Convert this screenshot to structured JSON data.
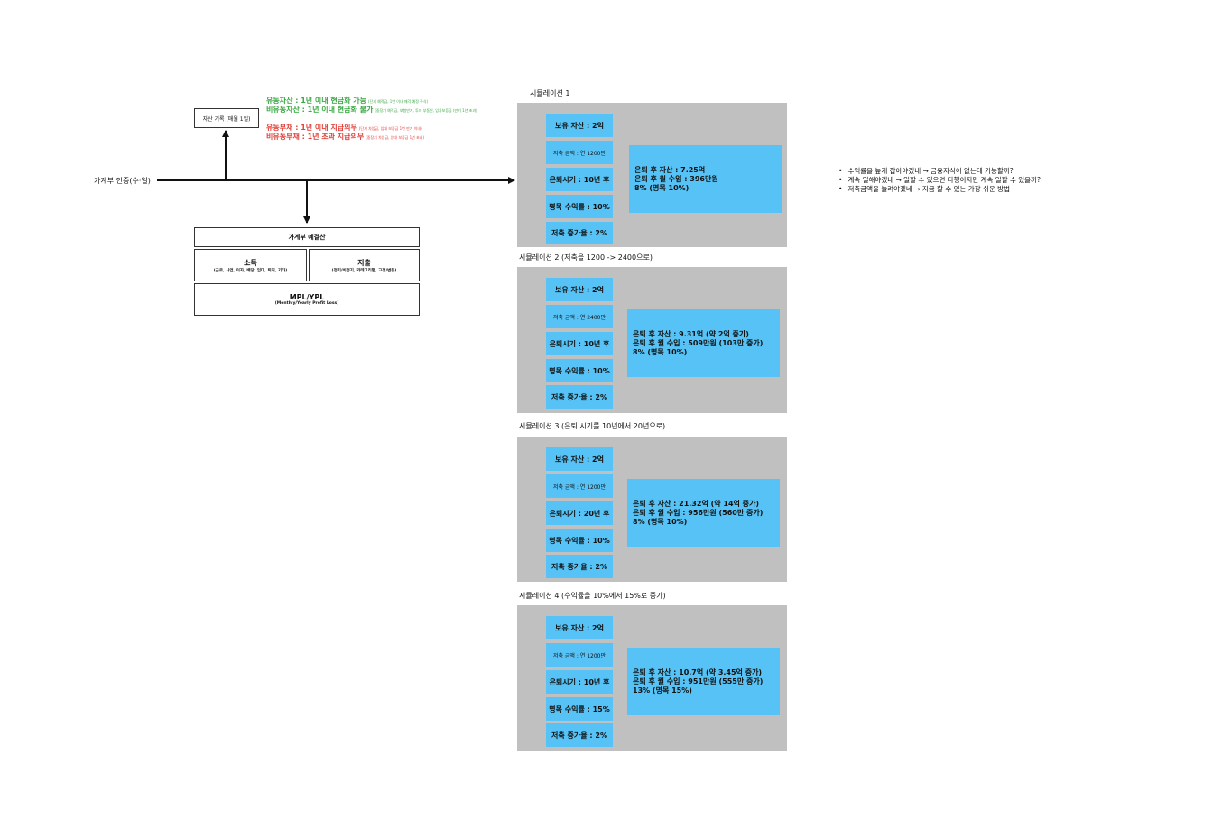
{
  "left": {
    "entry_label": "가계부 인증(수·일)",
    "asset_record": "자산 기록 (매월 1일)",
    "asset_types": {
      "current_asset": "유동자산 : 1년 이내 현금화 가능",
      "current_asset_note": "(단기 예적금, 1년 이내 매각 예정 주식)",
      "noncurrent_asset": "비유동자산 : 1년 이내 현금화 불가",
      "noncurrent_asset_note": "(중장기 예적금, 보험만기, 투자 부동산, 임차보증금 (만기 1년 초과)",
      "current_liability": "유동부채 : 1년 이내 지급의무",
      "current_liability_note": "(단기 차입금, 임대 보증금 1년 만기 이내)",
      "noncurrent_liability": "비유동부채 : 1년 초과 지급의무",
      "noncurrent_liability_note": "(중장기 차입금, 임대 보증금 1년 초과)"
    },
    "budget": {
      "title": "가계부 예결산",
      "income_title": "소득",
      "income_detail": "(근로, 사업, 이자, 배당, 임대, 퇴직, 기타)",
      "expense_title": "지출",
      "expense_detail": "(정기/비정기, 카테고리별, 고정/변동)",
      "mpl_title": "MPL/YPL",
      "mpl_detail": "(Monthly/Yearly Profit Loss)"
    }
  },
  "simulations": [
    {
      "title": "시뮬레이션 1",
      "params": [
        "보유 자산 : 2억",
        "저축 금액 : 연 1200만",
        "은퇴시기 : 10년 후",
        "명목 수익률 : 10%",
        "저축 증가율 : 2%"
      ],
      "results": [
        "은퇴 후 자산 : 7.25억",
        "은퇴 후 월 수입 : 396만원",
        "8% (명목 10%)"
      ]
    },
    {
      "title": "시뮬레이션 2 (저축을 1200 -> 2400으로)",
      "params": [
        "보유 자산 : 2억",
        "저축 금액 : 연 2400만",
        "은퇴시기 : 10년 후",
        "명목 수익률 : 10%",
        "저축 증가율 : 2%"
      ],
      "results": [
        "은퇴 후 자산 : 9.31억 (약 2억 증가)",
        "은퇴 후 월 수입 : 509만원 (103만 증가)",
        "8% (명목 10%)"
      ]
    },
    {
      "title": "시뮬레이션 3 (은퇴 시기를 10년에서 20년으로)",
      "params": [
        "보유 자산 : 2억",
        "저축 금액 : 연 1200만",
        "은퇴시기 : 20년 후",
        "명목 수익률 : 10%",
        "저축 증가율 : 2%"
      ],
      "results": [
        "은퇴 후 자산 : 21.32억 (약 14억 증가)",
        "은퇴 후 월 수입 : 956만원 (560만 증가)",
        "8% (명목 10%)"
      ]
    },
    {
      "title": "시뮬레이션 4 (수익률을 10%에서 15%로 증가)",
      "params": [
        "보유 자산 : 2억",
        "저축 금액 : 연 1200만",
        "은퇴시기 : 10년 후",
        "명목 수익률 : 15%",
        "저축 증가율 : 2%"
      ],
      "results": [
        "은퇴 후 자산 : 10.7억 (약 3.45억 증가)",
        "은퇴 후 월 수입 : 951만원 (555만 증가)",
        "13% (명목 15%)"
      ]
    }
  ],
  "notes": [
    "수익률을 높게 잡아야겠네 → 금융지식이 없는데 가능할까?",
    "계속 일해야겠네 → 일할 수 있으면 다행이지만 계속 일할 수 있을까?",
    "저축금액을 늘려야겠네 → 지금 할 수 있는 가장 쉬운 방법"
  ],
  "colors": {
    "panel_bg": "#c0c0c0",
    "card_bg": "#56c2f5",
    "asset_green": "#3aa843",
    "liability_red": "#e0413a"
  }
}
